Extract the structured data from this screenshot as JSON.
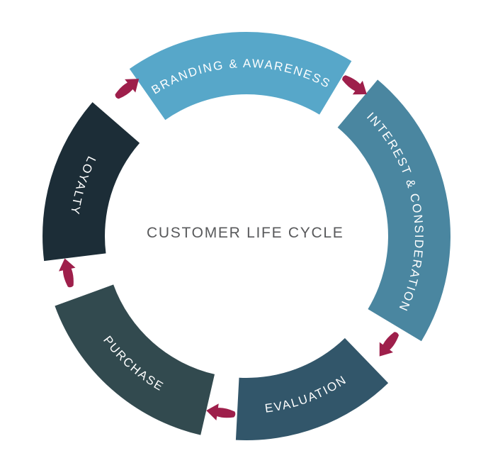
{
  "diagram": {
    "title": "CUSTOMER LIFE CYCLE",
    "title_color": "#58595b",
    "background_color": "#ffffff",
    "label_color": "#ffffff",
    "arrow_color": "#9e1f4b",
    "flow_direction": "clockwise",
    "segments": [
      {
        "label": "BRANDING & AWARENESS",
        "color": "#57a7c9"
      },
      {
        "label": "INTEREST & CONSIDERATION",
        "color": "#4a86a0"
      },
      {
        "label": "EVALUATION",
        "color": "#32566a"
      },
      {
        "label": "PURCHASE",
        "color": "#324a4f"
      },
      {
        "label": "LOYALTY",
        "color": "#1c2d37"
      }
    ],
    "arrows": [
      {
        "from": "BRANDING & AWARENESS",
        "to": "INTEREST & CONSIDERATION"
      },
      {
        "from": "INTEREST & CONSIDERATION",
        "to": "EVALUATION"
      },
      {
        "from": "EVALUATION",
        "to": "PURCHASE"
      },
      {
        "from": "PURCHASE",
        "to": "LOYALTY"
      },
      {
        "from": "LOYALTY",
        "to": "BRANDING & AWARENESS"
      }
    ]
  }
}
